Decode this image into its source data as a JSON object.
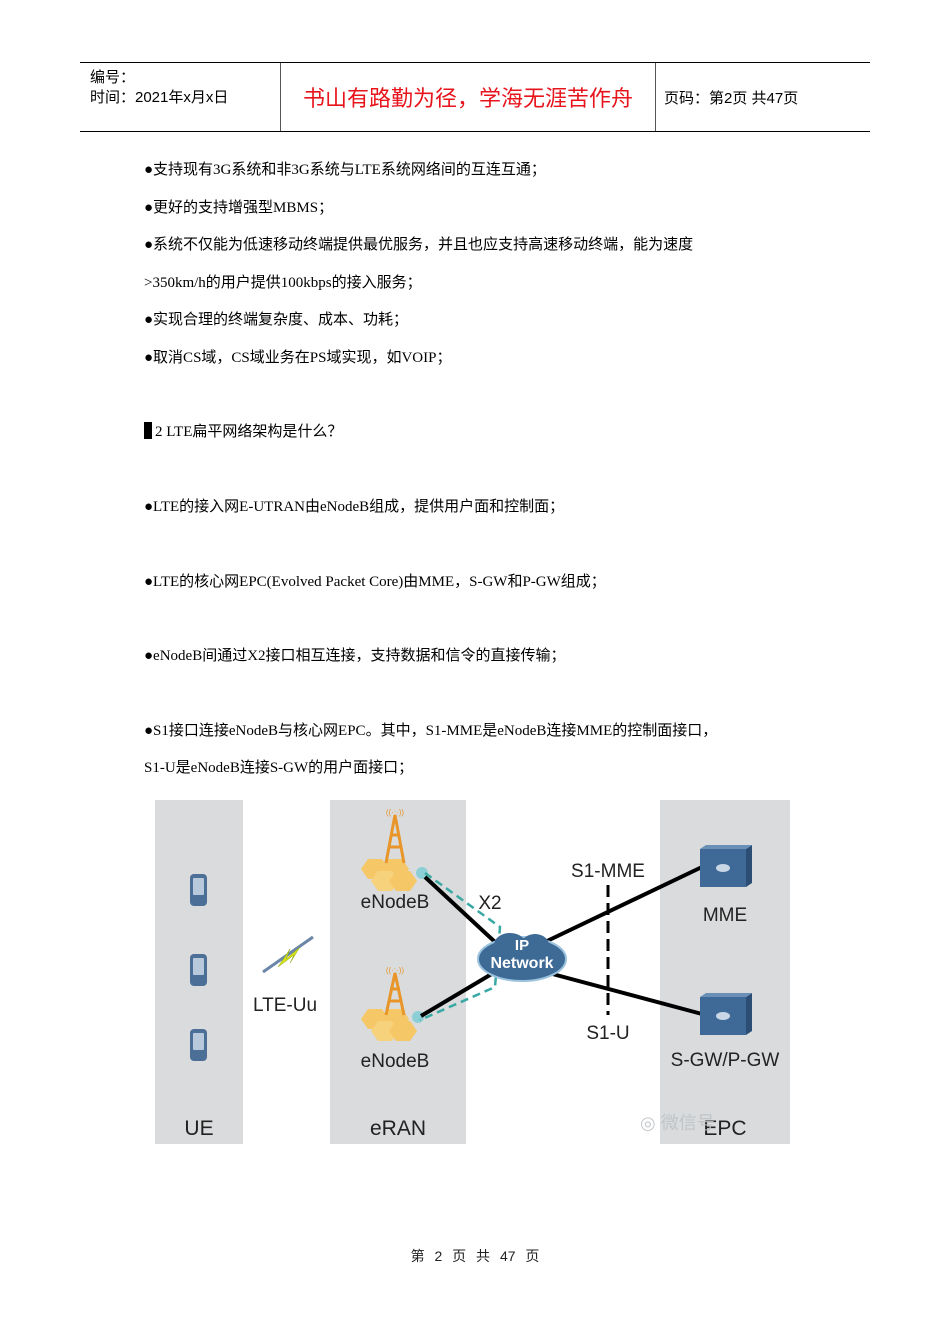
{
  "header": {
    "number_label": "编号：",
    "date_label": "时间：2021年x月x日",
    "motto": "书山有路勤为径，学海无涯苦作舟",
    "page_info": "页码：第2页  共47页"
  },
  "paragraphs": [
    "●支持现有3G系统和非3G系统与LTE系统网络间的互连互通；",
    "●更好的支持增强型MBMS；",
    "●系统不仅能为低速移动终端提供最优服务，并且也应支持高速移动终端，能为速度",
    ">350km/h的用户提供100kbps的接入服务；",
    "●实现合理的终端复杂度、成本、功耗；",
    "●取消CS域，CS域业务在PS域实现，如VOIP；"
  ],
  "section_heading": "2 LTE扁平网络架构是什么？",
  "arch_paragraphs": [
    "●LTE的接入网E-UTRAN由eNodeB组成，提供用户面和控制面；",
    "●LTE的核心网EPC(Evolved Packet Core)由MME，S-GW和P-GW组成；",
    "●eNodeB间通过X2接口相互连接，支持数据和信令的直接传输；",
    "●S1接口连接eNodeB与核心网EPC。其中，S1-MME是eNodeB连接MME的控制面接口，",
    "S1-U是eNodeB连接S-GW的用户面接口；"
  ],
  "diagram": {
    "columns": {
      "ue": "UE",
      "eran": "eRAN",
      "epc": "EPC"
    },
    "labels": {
      "air_interface": "LTE-Uu",
      "enodeb_top": "eNodeB",
      "enodeb_bottom": "eNodeB",
      "x2": "X2",
      "ip_network_line1": "IP",
      "ip_network_line2": "Network",
      "s1_mme": "S1-MME",
      "s1_u": "S1-U",
      "mme": "MME",
      "sgw_pgw": "S-GW/P-GW",
      "watermark": "微信号"
    },
    "colors": {
      "column_bg": "#d9dbdc",
      "tower": "#e8962a",
      "hex": "#f5c766",
      "x2_dashed": "#3aa9a4",
      "cloud": "#3e6a96",
      "device": "#3f6a98"
    }
  },
  "footer": {
    "page_text": "第 2 页 共 47 页"
  }
}
